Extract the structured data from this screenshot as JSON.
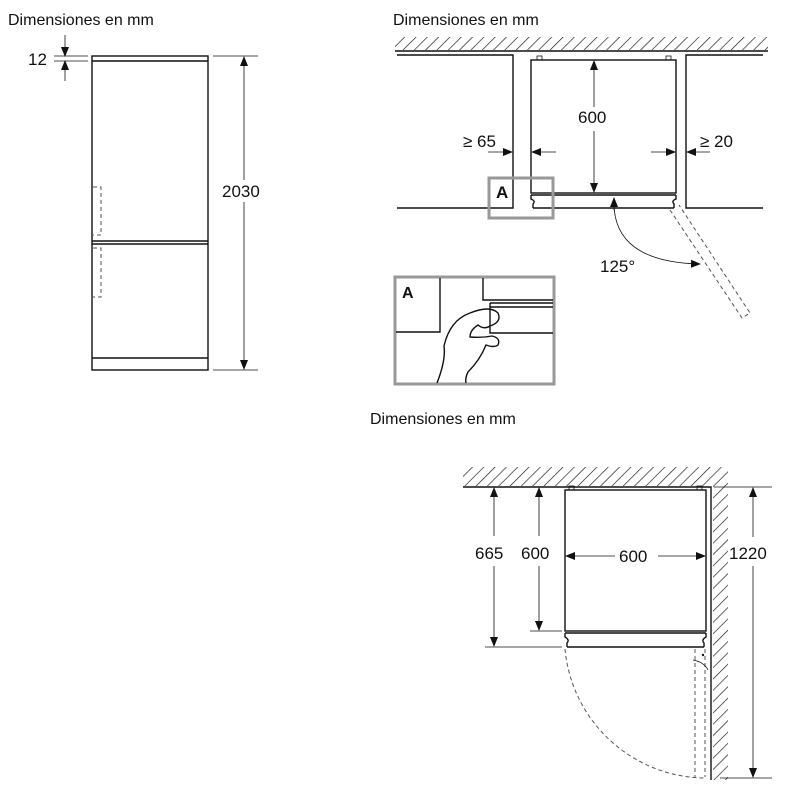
{
  "panels": {
    "front": {
      "header": "Dimensiones en mm",
      "dim_top": "12",
      "dim_height": "2030"
    },
    "niche": {
      "header": "Dimensiones en mm",
      "dim_depth": "600",
      "dim_left_gap": "≥ 65",
      "dim_right_gap": "≥ 20",
      "detail_label": "A",
      "door_angle": "125°"
    },
    "detail": {
      "label": "A"
    },
    "corner": {
      "header": "Dimensiones en mm",
      "dim_depth_with_door": "665",
      "dim_depth": "600",
      "dim_width": "600",
      "dim_clearance": "1220"
    }
  },
  "colors": {
    "line": "#111111",
    "detail_frame": "#999999"
  }
}
